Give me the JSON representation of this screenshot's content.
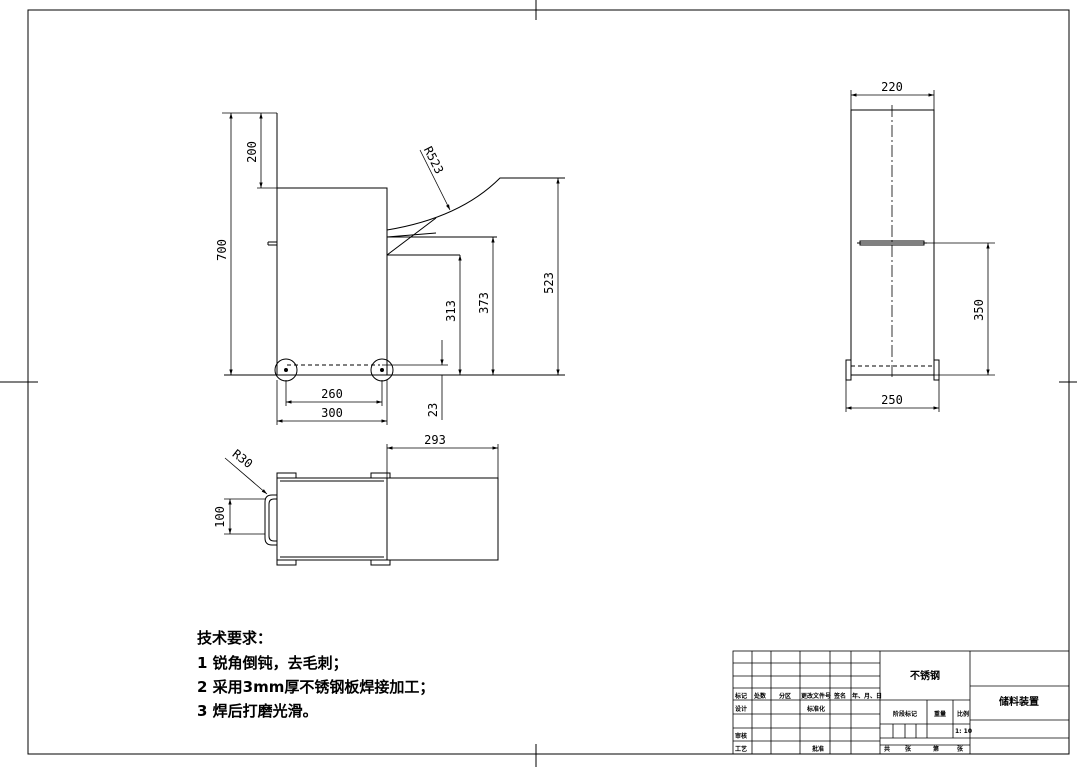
{
  "dimensions": {
    "front_total_height": "700",
    "front_handle_height": "200",
    "front_radius": "R523",
    "front_chute_height": "523",
    "front_373": "373",
    "front_313": "313",
    "front_23": "23",
    "front_260": "260",
    "front_300": "300",
    "side_width_top": "220",
    "side_height": "350",
    "side_width_bottom": "250",
    "top_293": "293",
    "top_radius": "R30",
    "top_100": "100"
  },
  "notes": {
    "title": "技术要求：",
    "items": [
      "1 锐角倒钝，去毛刺；",
      "2 采用3mm厚不锈钢板焊接加工；",
      "3 焊后打磨光滑。"
    ]
  },
  "title_block": {
    "material": "不锈钢",
    "part_name": "储料装置",
    "scale": "1: 10",
    "headers": [
      "标记",
      "处数",
      "分区",
      "更改文件号",
      "签名",
      "年、月、日"
    ],
    "design": "设计",
    "standardize": "标准化",
    "stage_mark": "阶段标记",
    "weight": "重量",
    "ratio": "比例",
    "review": "审核",
    "process": "工艺",
    "approve": "批准",
    "total": "共",
    "sheet": "张",
    "page": "第",
    "page2": "张"
  }
}
